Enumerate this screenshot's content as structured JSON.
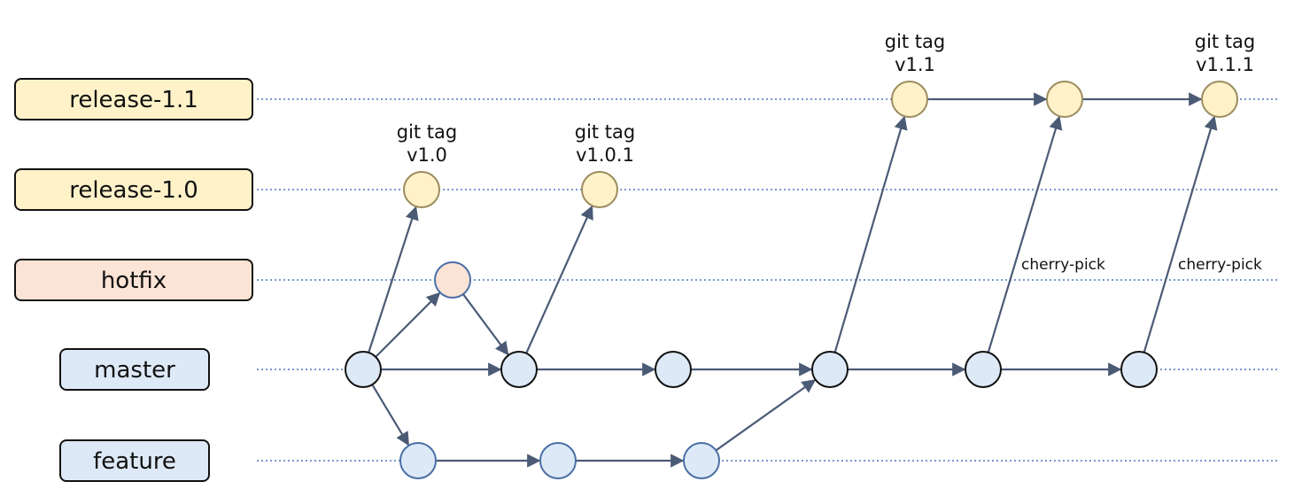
{
  "colors": {
    "release_fill": "#fff2c9",
    "hotfix_fill": "#fbe3d5",
    "master_fill": "#dde9f6",
    "feature_fill": "#dde9f6",
    "lane_line": "#4a79c0",
    "edge": "#4b5b76",
    "dark_stroke": "#111111",
    "node_stroke_blue": "#4a6fa5",
    "node_stroke_tan": "#9c8c5f"
  },
  "branches": [
    {
      "id": "release-1.1",
      "label": "release-1.1",
      "fill": "#fff2c9"
    },
    {
      "id": "release-1.0",
      "label": "release-1.0",
      "fill": "#fff2c9"
    },
    {
      "id": "hotfix",
      "label": "hotfix",
      "fill": "#fbe3d5"
    },
    {
      "id": "master",
      "label": "master",
      "fill": "#dde9f6"
    },
    {
      "id": "feature",
      "label": "feature",
      "fill": "#dde9f6"
    }
  ],
  "commits": [
    {
      "id": "m1",
      "branch": "master"
    },
    {
      "id": "m2",
      "branch": "master"
    },
    {
      "id": "m3",
      "branch": "master"
    },
    {
      "id": "m4",
      "branch": "master"
    },
    {
      "id": "m5",
      "branch": "master"
    },
    {
      "id": "m6",
      "branch": "master"
    },
    {
      "id": "f1",
      "branch": "feature"
    },
    {
      "id": "f2",
      "branch": "feature"
    },
    {
      "id": "f3",
      "branch": "feature"
    },
    {
      "id": "h1",
      "branch": "hotfix"
    },
    {
      "id": "r10a",
      "branch": "release-1.0"
    },
    {
      "id": "r10b",
      "branch": "release-1.0"
    },
    {
      "id": "r11a",
      "branch": "release-1.1"
    },
    {
      "id": "r11b",
      "branch": "release-1.1"
    },
    {
      "id": "r11c",
      "branch": "release-1.1"
    }
  ],
  "edges": [
    {
      "from": "m1",
      "to": "m2"
    },
    {
      "from": "m2",
      "to": "m3"
    },
    {
      "from": "m3",
      "to": "m4"
    },
    {
      "from": "m4",
      "to": "m5"
    },
    {
      "from": "m5",
      "to": "m6"
    },
    {
      "from": "m1",
      "to": "h1"
    },
    {
      "from": "h1",
      "to": "m2"
    },
    {
      "from": "m1",
      "to": "r10a"
    },
    {
      "from": "m2",
      "to": "r10b"
    },
    {
      "from": "m1",
      "to": "f1"
    },
    {
      "from": "f1",
      "to": "f2"
    },
    {
      "from": "f2",
      "to": "f3"
    },
    {
      "from": "f3",
      "to": "m4"
    },
    {
      "from": "m4",
      "to": "r11a"
    },
    {
      "from": "m5",
      "to": "r11b"
    },
    {
      "from": "m6",
      "to": "r11c"
    },
    {
      "from": "r11a",
      "to": "r11b"
    },
    {
      "from": "r11b",
      "to": "r11c"
    }
  ],
  "tags": [
    {
      "commit": "r10a",
      "line1": "git tag",
      "line2": "v1.0"
    },
    {
      "commit": "r10b",
      "line1": "git tag",
      "line2": "v1.0.1"
    },
    {
      "commit": "r11a",
      "line1": "git tag",
      "line2": "v1.1"
    },
    {
      "commit": "r11c",
      "line1": "git tag",
      "line2": "v1.1.1"
    }
  ],
  "annotations": [
    {
      "id": "cherry-pick-1",
      "text": "cherry-pick"
    },
    {
      "id": "cherry-pick-2",
      "text": "cherry-pick"
    }
  ]
}
